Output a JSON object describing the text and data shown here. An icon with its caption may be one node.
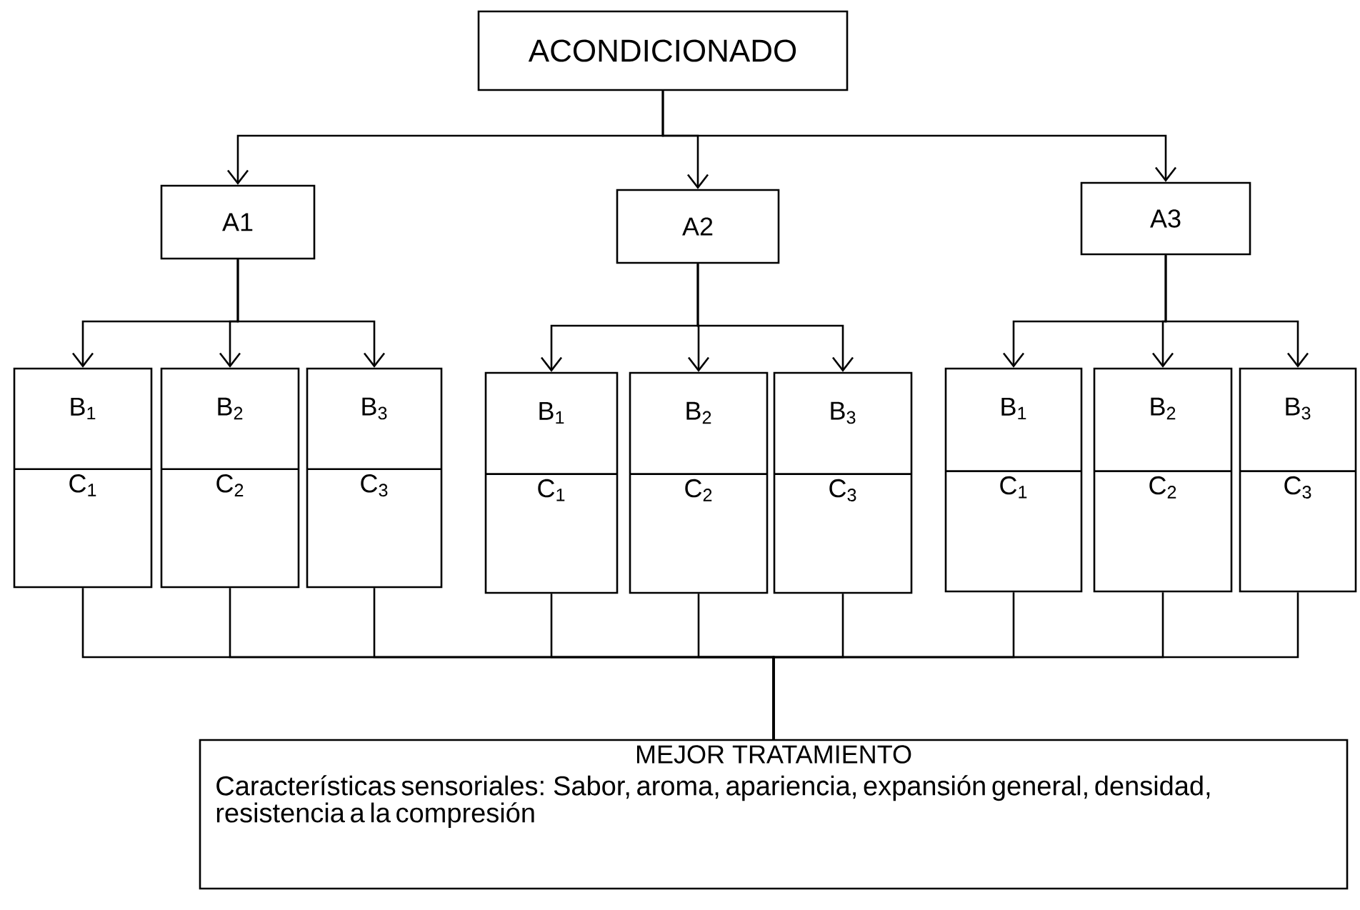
{
  "diagram": {
    "nodes": [
      {
        "text": [
          "ACONDICIONADO"
        ]
      },
      {
        "text": [
          "A1"
        ]
      },
      {
        "text": [
          "A2"
        ]
      },
      {
        "text": [
          "A3"
        ]
      },
      {
        "text": [
          "B$_{1}$",
          "C$_{1}$"
        ]
      },
      {
        "text": [
          "B$_{2}$",
          "C$_{2}$"
        ]
      },
      {
        "text": [
          "B$_{3}$",
          "C$_{3}$"
        ]
      },
      {
        "text": [
          "B$_{1}$",
          "C$_{1}$"
        ]
      },
      {
        "text": [
          "B$_{2}$",
          "C$_{2}$"
        ]
      },
      {
        "text": [
          "B$_{3}$",
          "C$_{3}$"
        ]
      },
      {
        "text": [
          "B$_{1}$",
          "C$_{1}$"
        ]
      },
      {
        "text": [
          "B$_{2}$",
          "C$_{2}$"
        ]
      },
      {
        "text": [
          "B$_{3}$",
          "C$_{3}$"
        ]
      },
      {
        "text": [
          "MEJOR TRATAMIENTO",
          "Características sensoriales: Sabor, aroma, apariencia, expansión general, densidad, resistencia a la compresión"
        ]
      }
    ],
    "edges": [
      {
        "from": 0,
        "to": 1,
        "arrow": "to"
      },
      {
        "from": 0,
        "to": 2,
        "arrow": "to"
      },
      {
        "from": 0,
        "to": 3,
        "arrow": "to"
      },
      {
        "from": 1,
        "to": 4,
        "arrow": "to"
      },
      {
        "from": 1,
        "to": 5,
        "arrow": "to"
      },
      {
        "from": 1,
        "to": 6,
        "arrow": "to"
      },
      {
        "from": 2,
        "to": 7,
        "arrow": "to"
      },
      {
        "from": 2,
        "to": 8,
        "arrow": "to"
      },
      {
        "from": 2,
        "to": 9,
        "arrow": "to"
      },
      {
        "from": 3,
        "to": 10,
        "arrow": "to"
      },
      {
        "from": 3,
        "to": 11,
        "arrow": "to"
      },
      {
        "from": 3,
        "to": 12,
        "arrow": "to"
      },
      {
        "from": 4,
        "to": 13,
        "arrow": "none"
      },
      {
        "from": 5,
        "to": 13,
        "arrow": "none"
      },
      {
        "from": 6,
        "to": 13,
        "arrow": "none"
      },
      {
        "from": 7,
        "to": 13,
        "arrow": "none"
      },
      {
        "from": 8,
        "to": 13,
        "arrow": "none"
      },
      {
        "from": 9,
        "to": 13,
        "arrow": "none"
      },
      {
        "from": 10,
        "to": 13,
        "arrow": "none"
      },
      {
        "from": 11,
        "to": 13,
        "arrow": "none"
      },
      {
        "from": 12,
        "to": 13,
        "arrow": "none"
      }
    ]
  }
}
